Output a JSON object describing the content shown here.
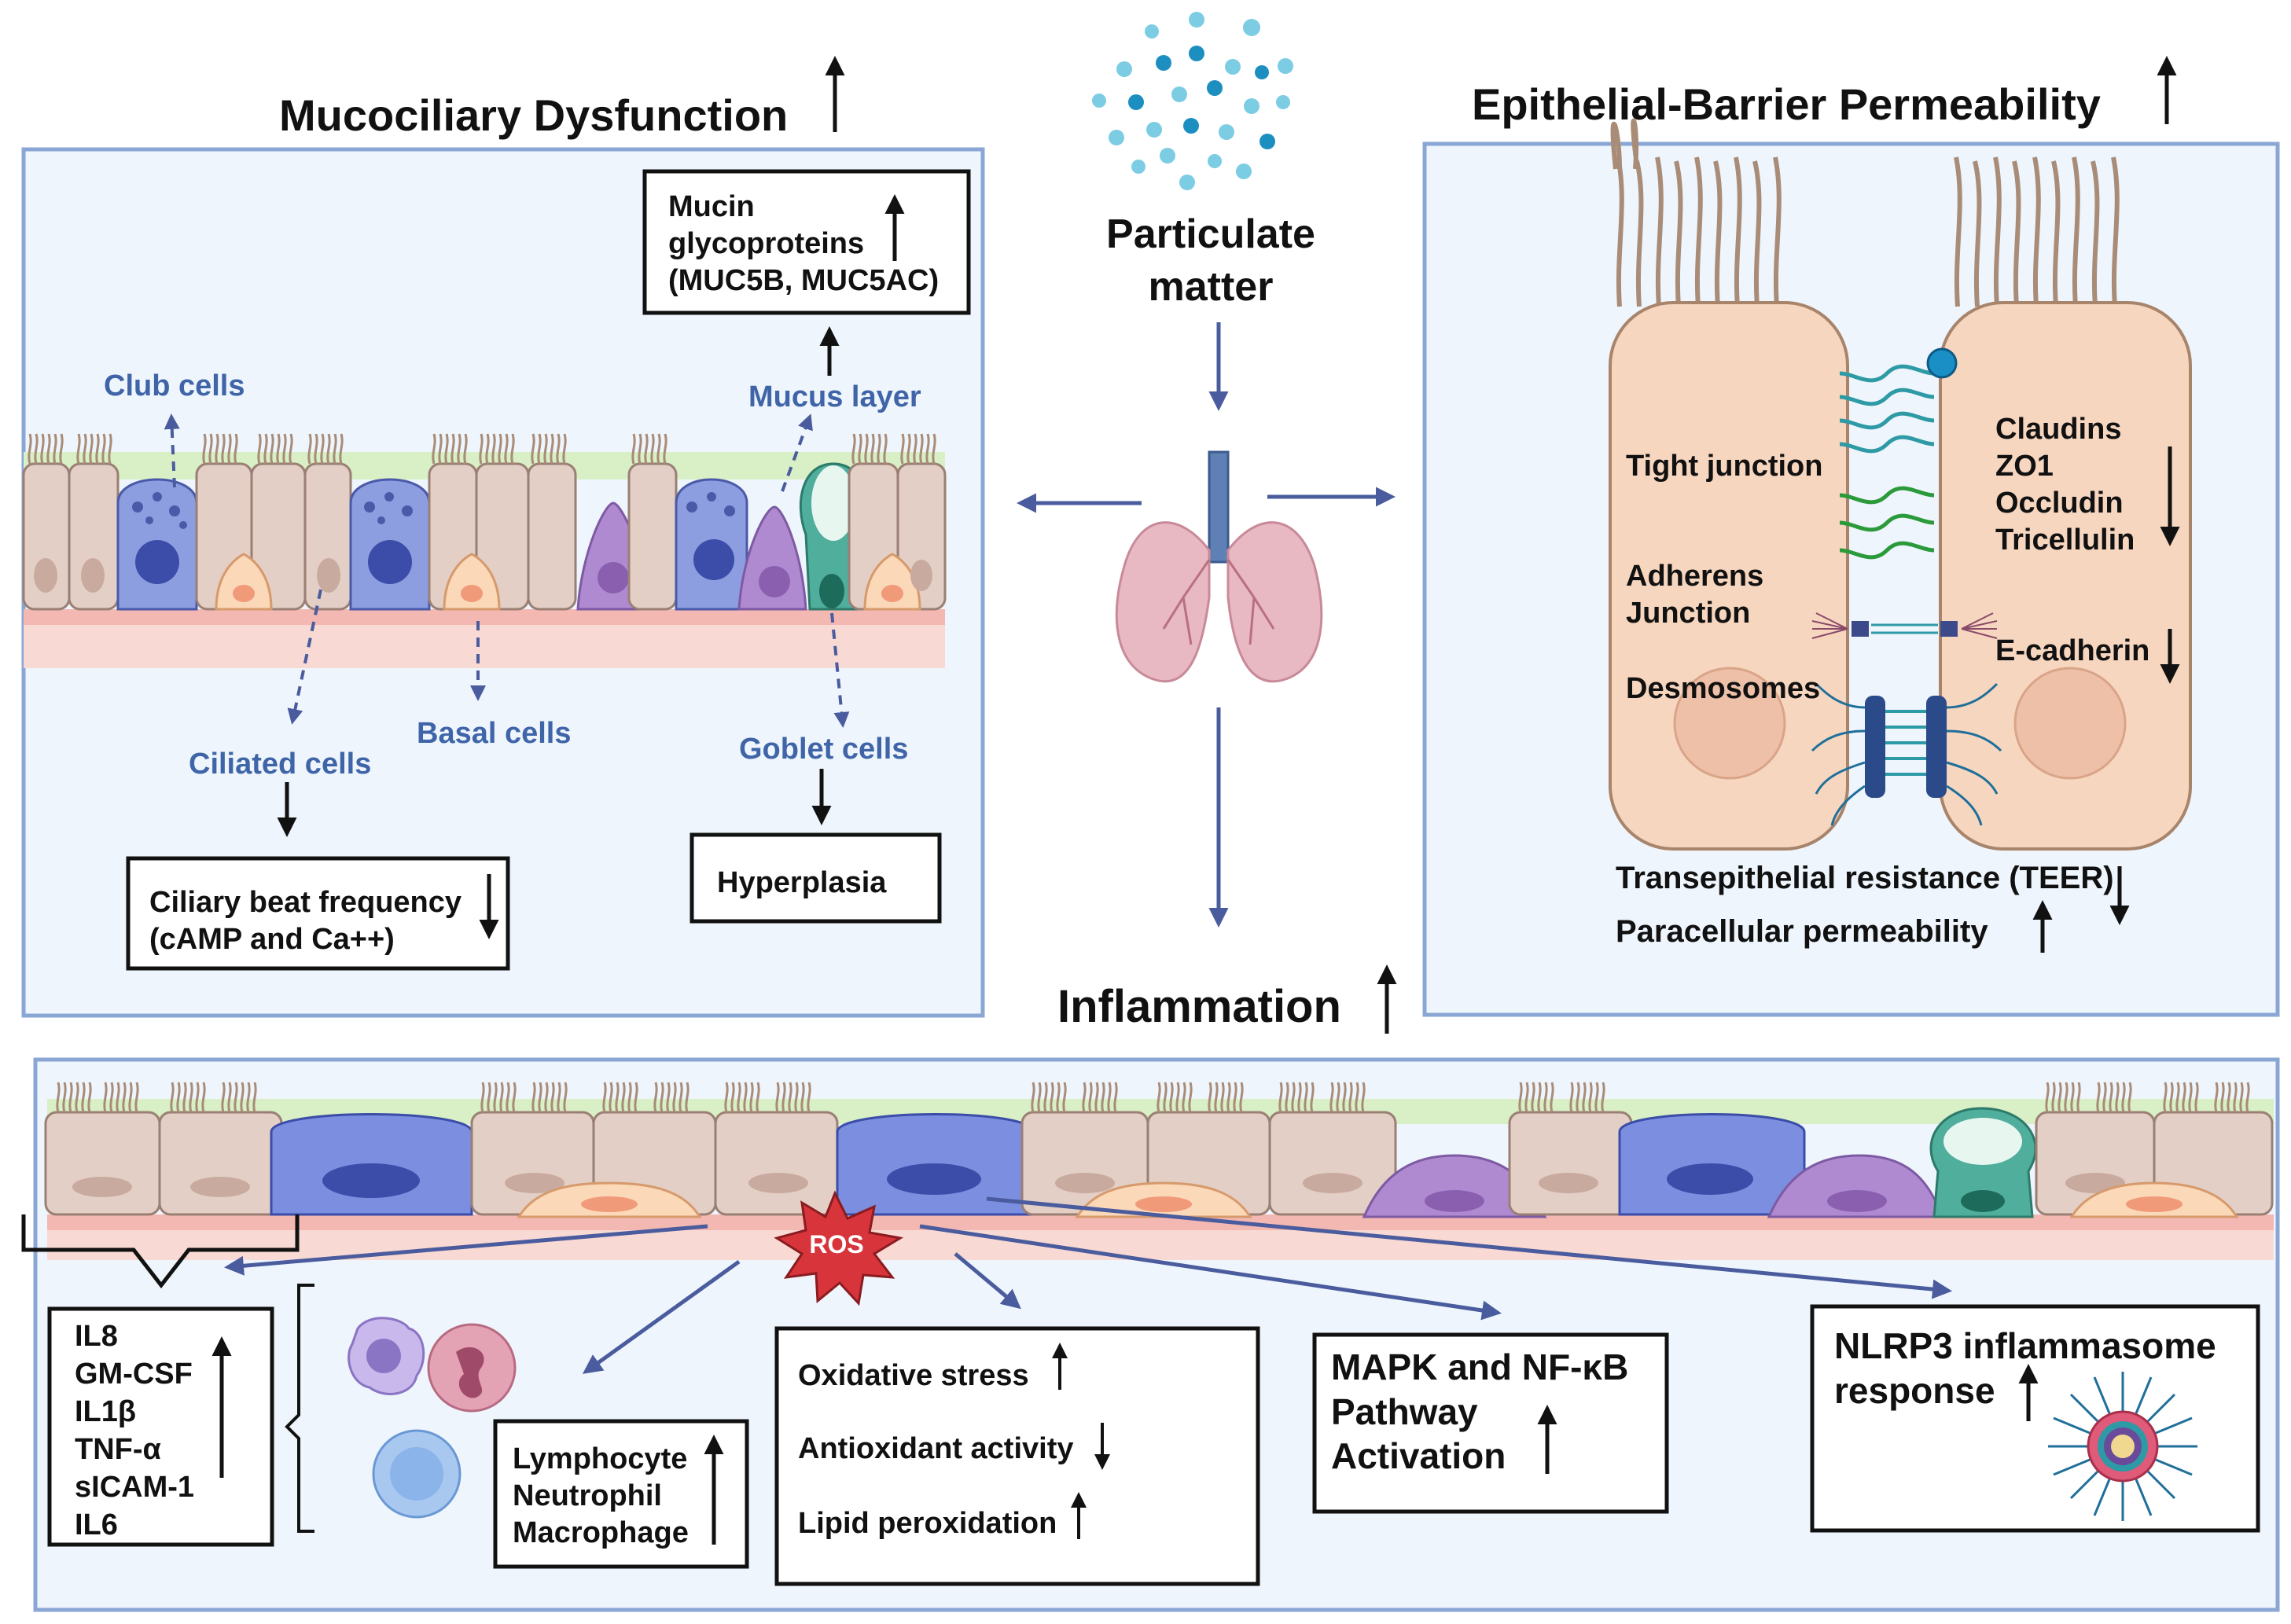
{
  "headings": {
    "mucociliary": "Mucociliary Dysfunction",
    "epithelial": "Epithelial-Barrier Permeability",
    "inflammation": "Inflammation",
    "particulate_line1": "Particulate",
    "particulate_line2": "matter"
  },
  "mucociliary": {
    "mucin_lines": [
      "Mucin",
      "glycoproteins",
      "(MUC5B, MUC5AC)"
    ],
    "club_cells": "Club cells",
    "mucus_layer": "Mucus layer",
    "basal_cells": "Basal cells",
    "ciliated_cells": "Ciliated cells",
    "goblet_cells": "Goblet cells",
    "ciliary_lines": [
      "Ciliary beat frequency",
      "(cAMP and Ca++)"
    ],
    "hyperplasia": "Hyperplasia"
  },
  "barrier": {
    "tight_junction": "Tight junction",
    "adherens_1": "Adherens",
    "adherens_2": "Junction",
    "desmosomes": "Desmosomes",
    "tight_proteins": [
      "Claudins",
      "ZO1",
      "Occludin",
      "Tricellulin"
    ],
    "ecadherin": "E-cadherin",
    "teer": "Transepithelial resistance (TEER)",
    "paracellular": "Paracellular permeability"
  },
  "inflammation": {
    "ros": "ROS",
    "cytokines": [
      "IL8",
      "GM-CSF",
      "IL1β",
      "TNF-α",
      "sICAM-1",
      "IL6"
    ],
    "cells": [
      "Lymphocyte",
      "Neutrophil",
      "Macrophage"
    ],
    "oxidative": "Oxidative stress",
    "antioxidant": "Antioxidant activity",
    "lipid": "Lipid peroxidation",
    "mapk_lines": [
      "MAPK and NF-κB",
      "Pathway",
      "Activation"
    ],
    "nlrp3_lines": [
      "NLRP3 inflammasome",
      "response"
    ]
  },
  "colors": {
    "panel_border": "#8aa6d4",
    "panel_fill": "#eef5fc",
    "arrow_blue": "#4a5c9e",
    "label_blue": "#3f65a8",
    "ros_red": "#d8343b"
  }
}
